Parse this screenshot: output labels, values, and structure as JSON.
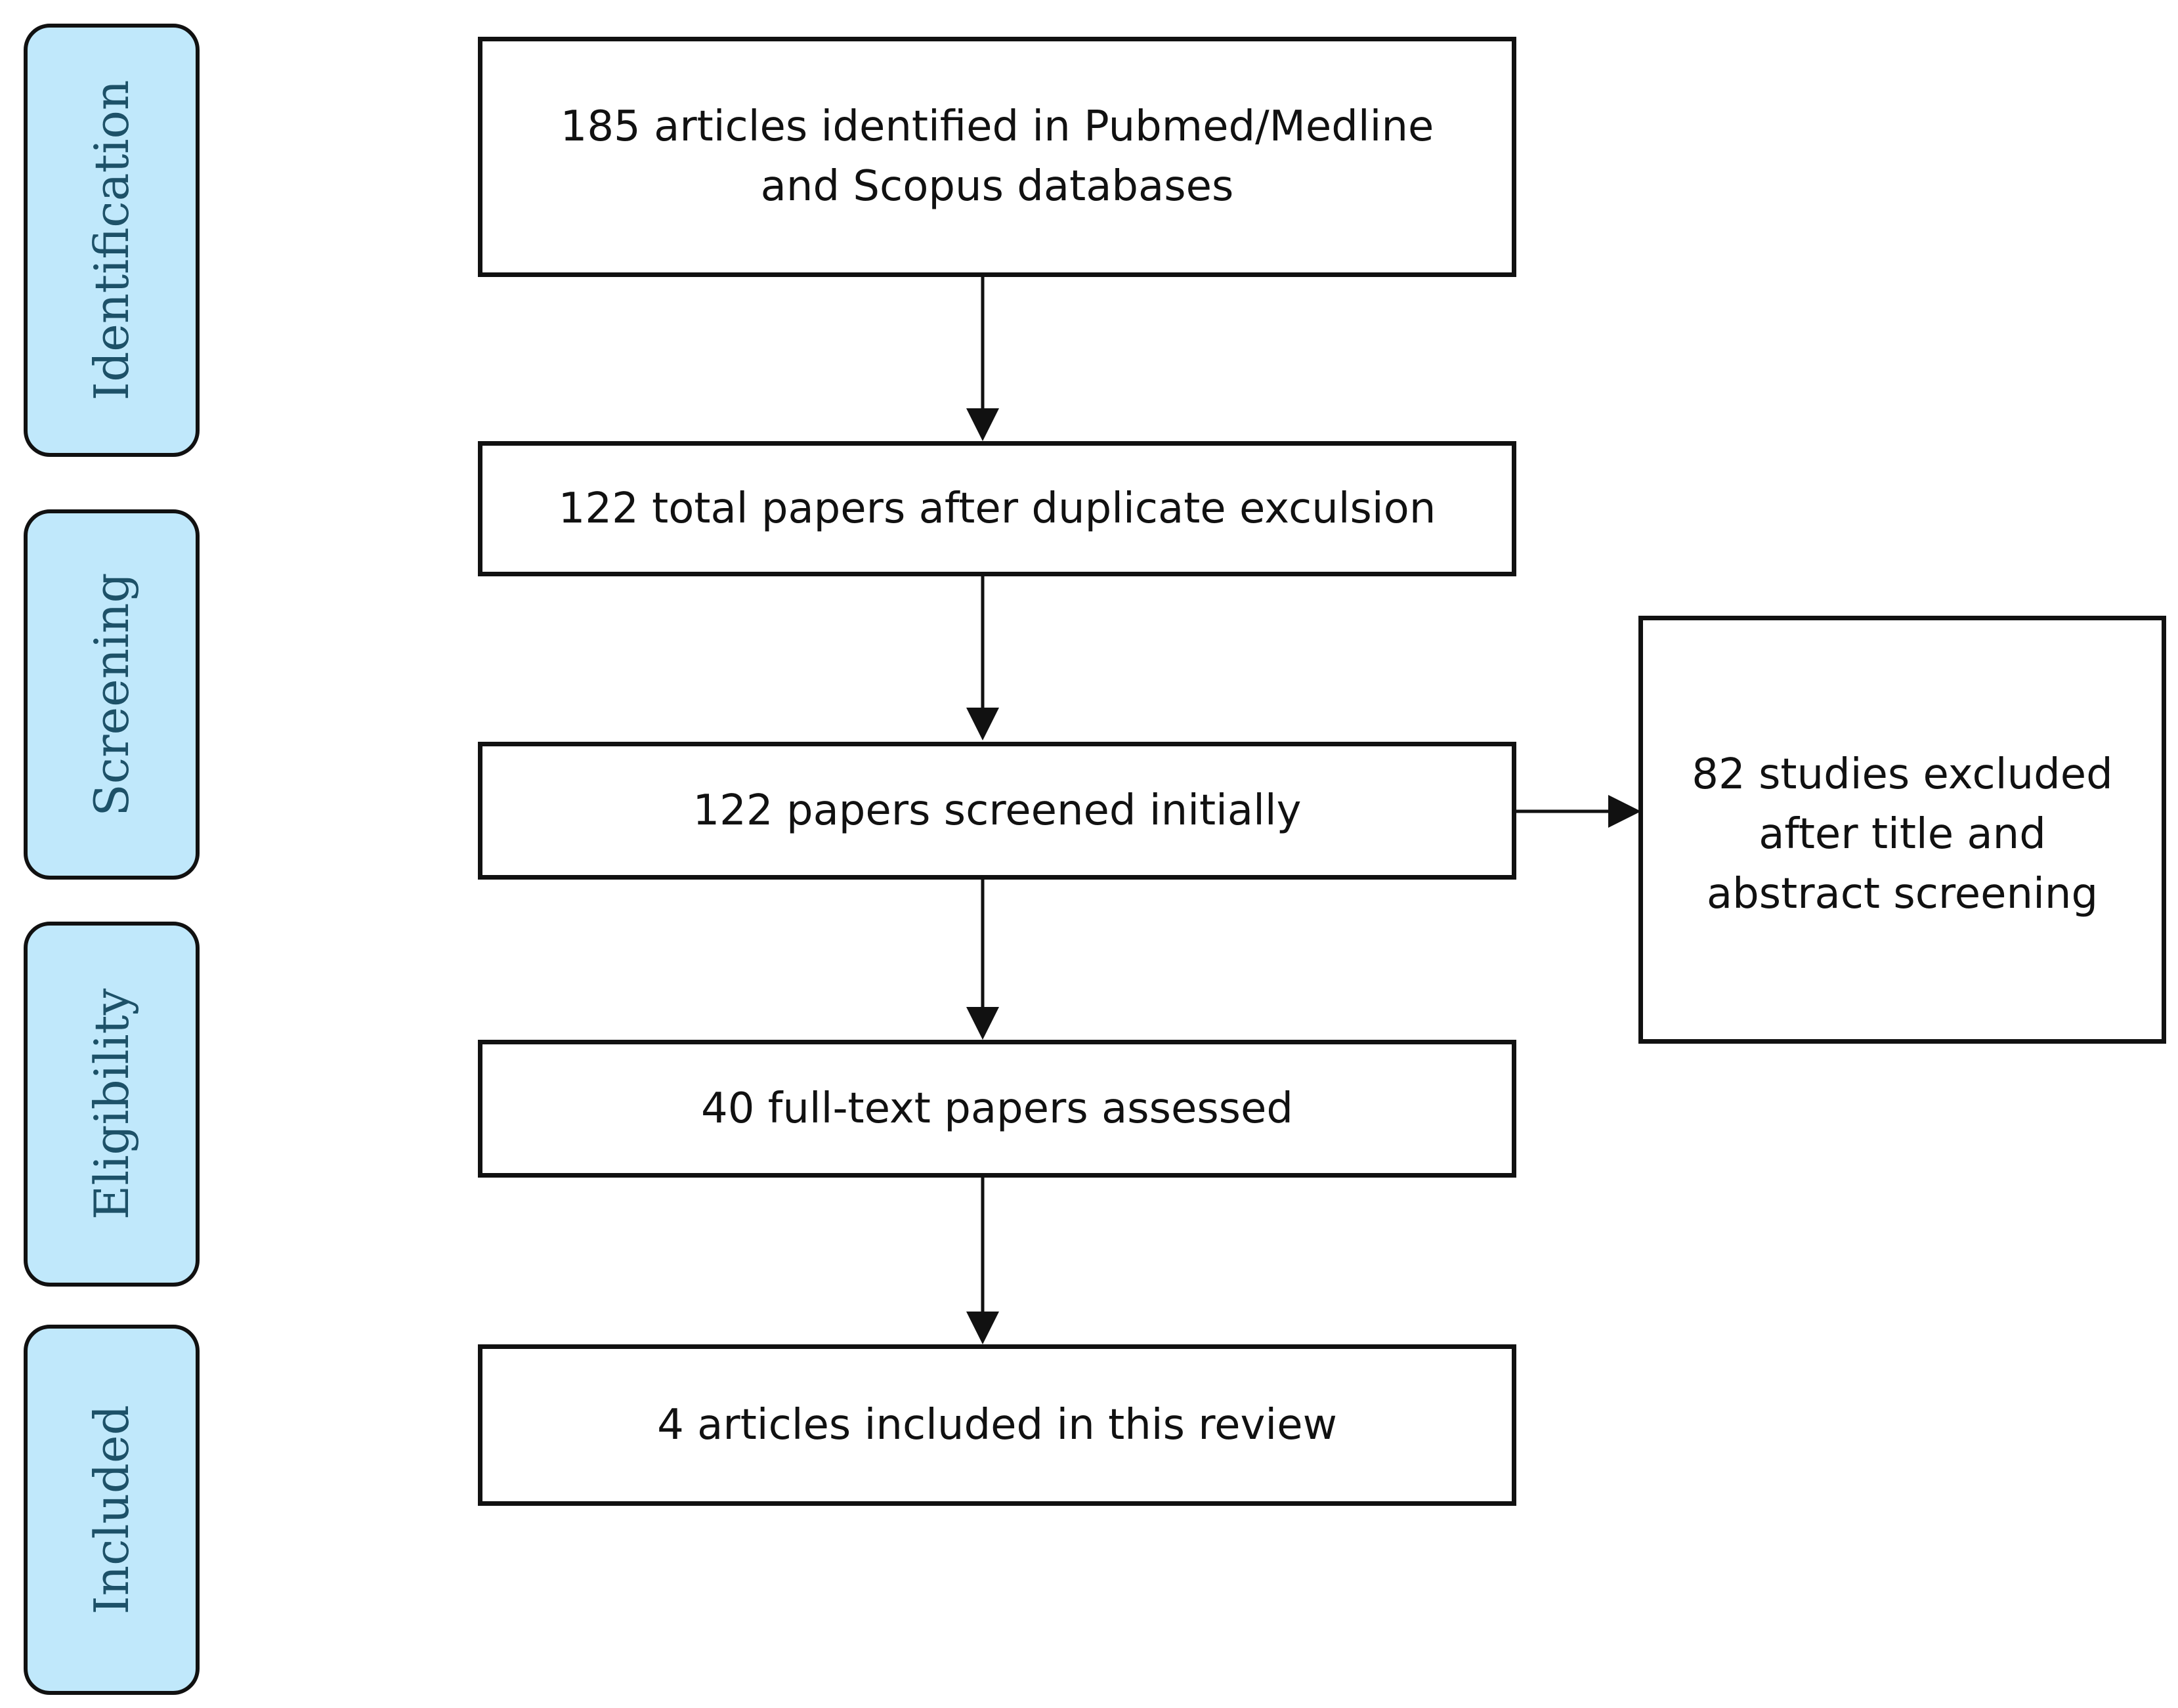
{
  "colors": {
    "phase_fill": "#c0e8fb",
    "phase_text": "#1d5168",
    "stroke": "#111111"
  },
  "phases": [
    {
      "id": "identification",
      "label": "Identification"
    },
    {
      "id": "screening",
      "label": "Screening"
    },
    {
      "id": "eligibility",
      "label": "Eligibility"
    },
    {
      "id": "included",
      "label": "Included"
    }
  ],
  "boxes": {
    "identified": "185 articles identified in Pubmed/Medline\nand Scopus databases",
    "after_duplicates": "122 total papers after duplicate exculsion",
    "screened": "122 papers screened initially",
    "excluded": "82 studies excluded\nafter title and\nabstract screening",
    "full_text": "40 full-text papers assessed",
    "included": "4 articles included in this review"
  }
}
